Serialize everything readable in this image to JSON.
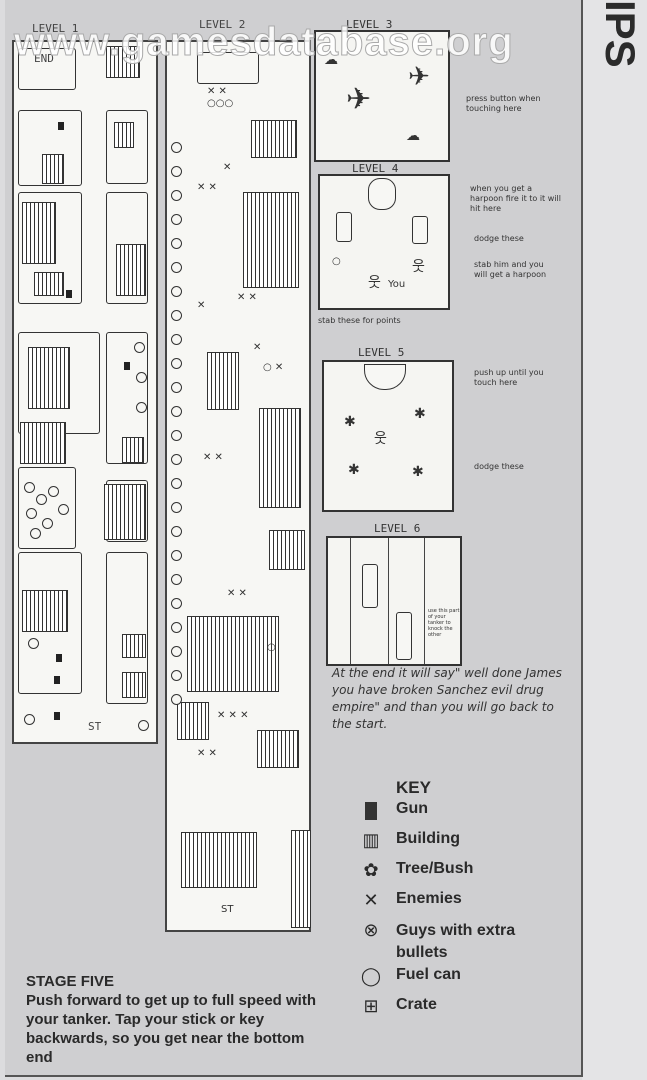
{
  "watermark": "www.gamesdatabase.org",
  "side_title": "IPS",
  "map": {
    "level1_label": "LEVEL 1",
    "level1_end": "END",
    "level1_st": "ST",
    "level2_label": "LEVEL 2",
    "level2_st": "ST"
  },
  "panels": {
    "level3": {
      "title": "LEVEL 3",
      "note": "press button when touching here"
    },
    "level4": {
      "title": "LEVEL 4",
      "note1": "when you get a harpoon fire it to it will hit here",
      "note2": "dodge these",
      "note3": "stab him and you will get a harpoon",
      "you": "You",
      "note4": "stab these for points"
    },
    "level5": {
      "title": "LEVEL 5",
      "note1": "push up until you touch here",
      "note2": "dodge these"
    },
    "level6": {
      "title": "LEVEL 6",
      "note": "use this part of your tanker to knock the other"
    }
  },
  "ending_text": "At the end it will say\" well done James you have broken Sanchez evil drug empire\" and than you will go back to the start.",
  "key": {
    "title": "KEY",
    "items": [
      {
        "icon": "gun-icon",
        "label": "Gun"
      },
      {
        "icon": "building-icon",
        "label": "Building"
      },
      {
        "icon": "tree-bush-icon",
        "label": "Tree/Bush"
      },
      {
        "icon": "enemy-x-icon",
        "label": "Enemies"
      },
      {
        "icon": "guy-bullets-icon",
        "label": "Guys with extra bullets"
      },
      {
        "icon": "fuel-can-icon",
        "label": "Fuel can"
      },
      {
        "icon": "crate-icon",
        "label": "Crate"
      }
    ]
  },
  "stage": {
    "heading": "STAGE FIVE",
    "body": "Push forward to get up to full speed with your tanker. Tap your stick  or key backwards, so you get near the bottom end"
  }
}
